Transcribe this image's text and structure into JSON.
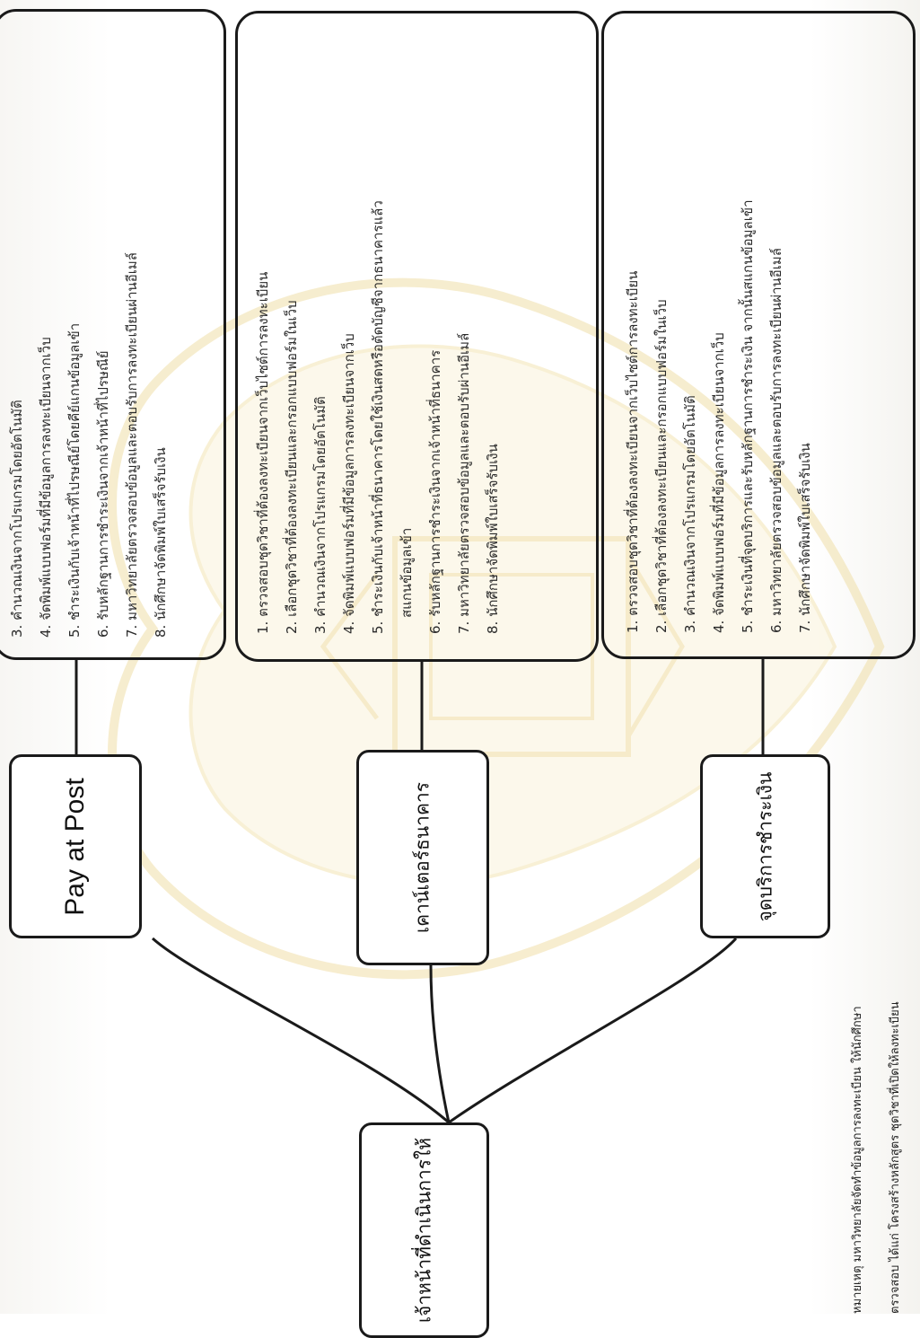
{
  "boxes": {
    "pay_at_post": {
      "label": "Pay at Post",
      "steps": [
        "3. คำนวณเงินจากโปรแกรมโดยอัตโนมัติ",
        "4. จัดพิมพ์แบบฟอร์มที่มีข้อมูลการลงทะเบียนจากเว็บ",
        "5. ชำระเงินกับเจ้าหน้าที่ไปรษณีย์โดยคีย์แกนข้อมูลเข้า",
        "6. รับหลักฐานการชำระเงินจากเจ้าหน้าที่ไปรษณีย์",
        "7. มหาวิทยาลัยตรวจสอบข้อมูลและตอบรับการลงทะเบียนผ่านอีเมล์",
        "8. นักศึกษาจัดพิมพ์ใบเสร็จรับเงิน"
      ]
    },
    "bank_counter": {
      "label": "เคาน์เตอร์ธนาคาร",
      "steps": [
        "1. ตรวจสอบชุดวิชาที่ต้องลงทะเบียนจากเว็บไซต์การลงทะเบียน",
        "2. เลือกชุดวิชาที่ต้องลงทะเบียนและกรอกแบบฟอร์มในเว็บ",
        "3. คำนวณเงินจากโปรแกรมโดยอัตโนมัติ",
        "4. จัดพิมพ์แบบฟอร์มที่มีข้อมูลการลงทะเบียนจากเว็บ",
        "5. ชำระเงินกับเจ้าหน้าที่ธนาคารโดยใช้เงินสดหรือตัดบัญชีจากธนาคารแล้ว",
        "สแกนข้อมูลเข้า",
        "6. รับหลักฐานการชำระเงินจากเจ้าหน้าที่ธนาคาร",
        "7. มหาวิทยาลัยตรวจสอบข้อมูลและตอบรับผ่านอีเมล์",
        "8. นักศึกษาจัดพิมพ์ใบเสร็จรับเงิน"
      ]
    },
    "payment_point": {
      "label": "จุดบริการชำระเงิน",
      "steps": [
        "1. ตรวจสอบชุดวิชาที่ต้องลงทะเบียนจากเว็บไซต์การลงทะเบียน",
        "2. เลือกชุดวิชาที่ต้องลงทะเบียนและกรอกแบบฟอร์มในเว็บ",
        "3. คำนวณเงินจากโปรแกรมโดยอัตโนมัติ",
        "4. จัดพิมพ์แบบฟอร์มที่มีข้อมูลการลงทะเบียนจากเว็บ",
        "5. ชำระเงินที่จุดบริการและรับหลักฐานการชำระเงิน จากนั้นสแกนข้อมูลเข้า",
        "6. มหาวิทยาลัยตรวจสอบข้อมูลและตอบรับการลงทะเบียนผ่านอีเมล์",
        "7. นักศึกษาจัดพิมพ์ใบเสร็จรับเงิน"
      ]
    }
  },
  "root": {
    "label": "เจ้าหน้าที่ดำเนินการให้"
  },
  "notes": [
    "หมายเหตุ มหาวิทยาลัยจัดทำข้อมูลการลงทะเบียน ให้นักศึกษา",
    "ตรวจสอบ ได้แก่ โครงสร้างหลักสูตร ชุดวิชาที่เปิดให้ลงทะเบียน"
  ],
  "colors": {
    "line": "#1a1a1a",
    "watermark": "#f3e7bf"
  }
}
